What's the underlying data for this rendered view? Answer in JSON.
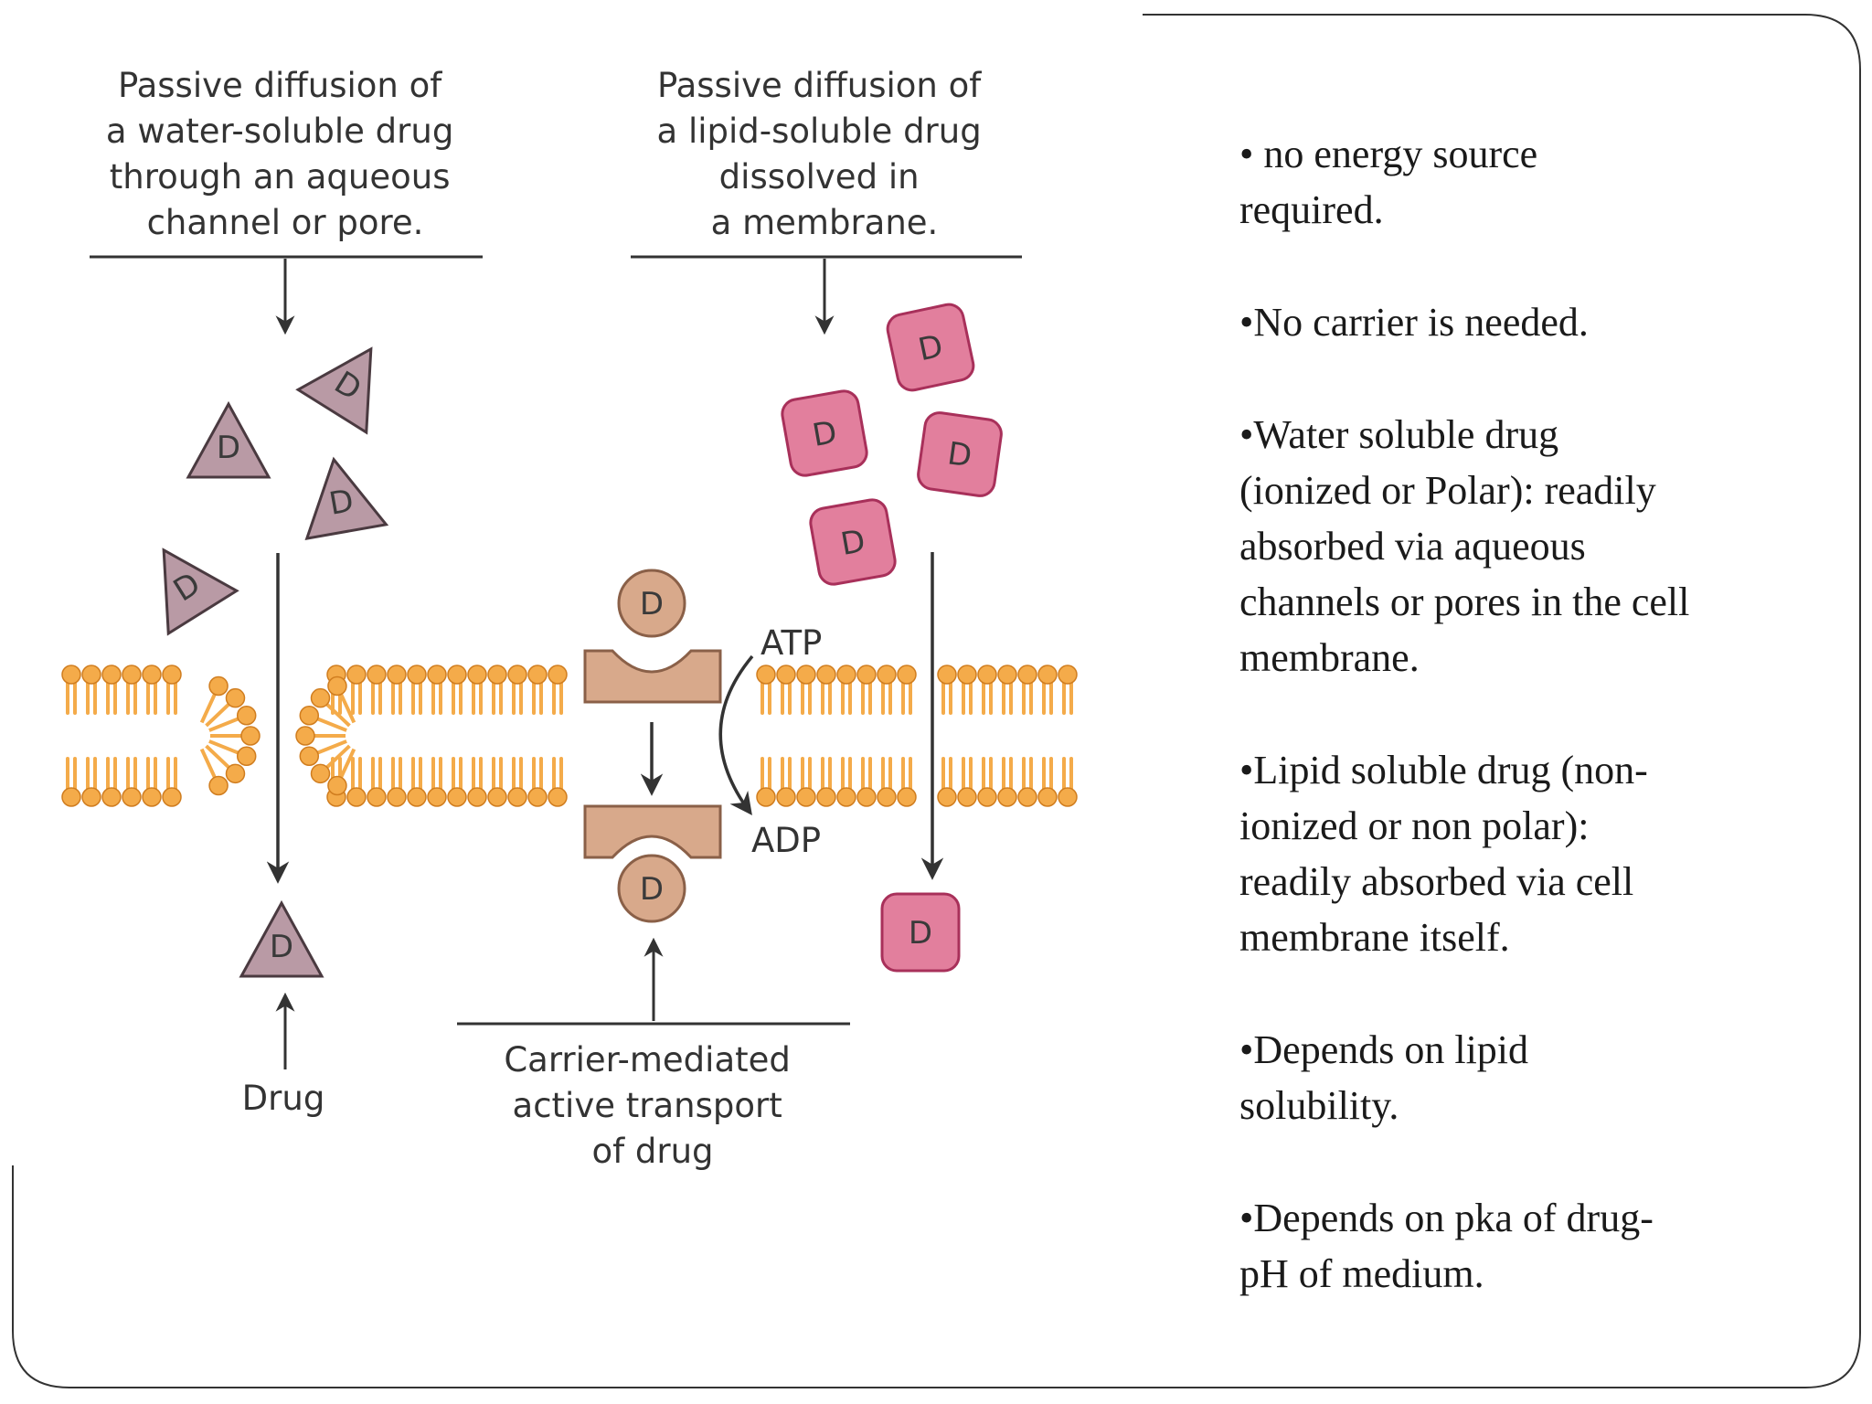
{
  "diagram": {
    "water_label": [
      "Passive diffusion of",
      "a water-soluble drug",
      "through an aqueous",
      "channel or pore."
    ],
    "lipid_label": [
      "Passive diffusion of",
      "a lipid-soluble drug",
      "dissolved in",
      "a membrane."
    ],
    "carrier_label": [
      "Carrier-mediated",
      "active transport",
      "of drug"
    ],
    "drug_label": "Drug",
    "atp_label": "ATP",
    "adp_label": "ADP",
    "drug_mark": "D",
    "colors": {
      "triangle_fill": "#b99aa5",
      "square_fill": "#e27f9d",
      "carrier_fill": "#d8a98b",
      "lipid": "#f4ab4a"
    }
  },
  "bullets": [
    "• no energy source\nrequired.",
    "•No carrier is needed.",
    "•Water soluble drug\n(ionized or Polar): readily\nabsorbed via aqueous\nchannels or pores in the cell\nmembrane.",
    "•Lipid soluble drug (non-\nionized or non polar):\nreadily absorbed via cell\nmembrane itself.",
    "•Depends on lipid\nsolubility.",
    "•Depends on pka of drug-\npH of medium."
  ]
}
